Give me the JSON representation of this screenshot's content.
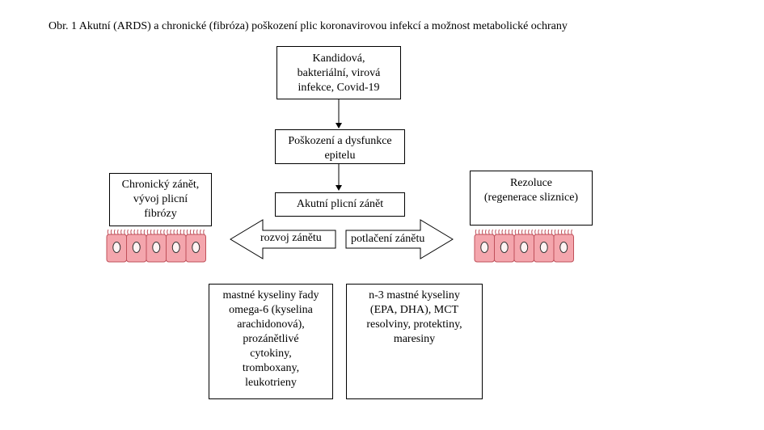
{
  "title": "Obr. 1 Akutní (ARDS) a chronické (fibróza) poškození plic koronavirovou infekcí a možnost metabolické ochrany",
  "nodes": {
    "infection": "Kandidová,\nbakteriální, virová\ninfekce, Covid-19",
    "epithelium": "Poškození a dysfunkce\nepitelu",
    "acute": "Akutní plicní zánět",
    "chronic": "Chronický zánět,\nvývoj plicní\nfibrózy",
    "resolution": "Rezoluce\n(regenerace sliznice)",
    "omega6": "mastné kyseliny řady\nomega-6 (kyselina\narachidonová),\nprozánětlivé\ncytokiny,\ntromboxany,\nleukotrieny",
    "omega3": "n-3 mastné kyseliny\n(EPA, DHA), MCT\nresolviny, protektiny,\nmaresiny"
  },
  "arrows": {
    "left_label": "rozvoj zánětu",
    "right_label": "potlačení zánětu"
  },
  "colors": {
    "cell_fill": "#f4a6ad",
    "cell_stroke": "#c0505a",
    "nucleus_fill": "#fff3f3"
  },
  "icons": {
    "epithelium_left": "epithelial-cells-icon",
    "epithelium_right": "epithelial-cells-icon"
  }
}
